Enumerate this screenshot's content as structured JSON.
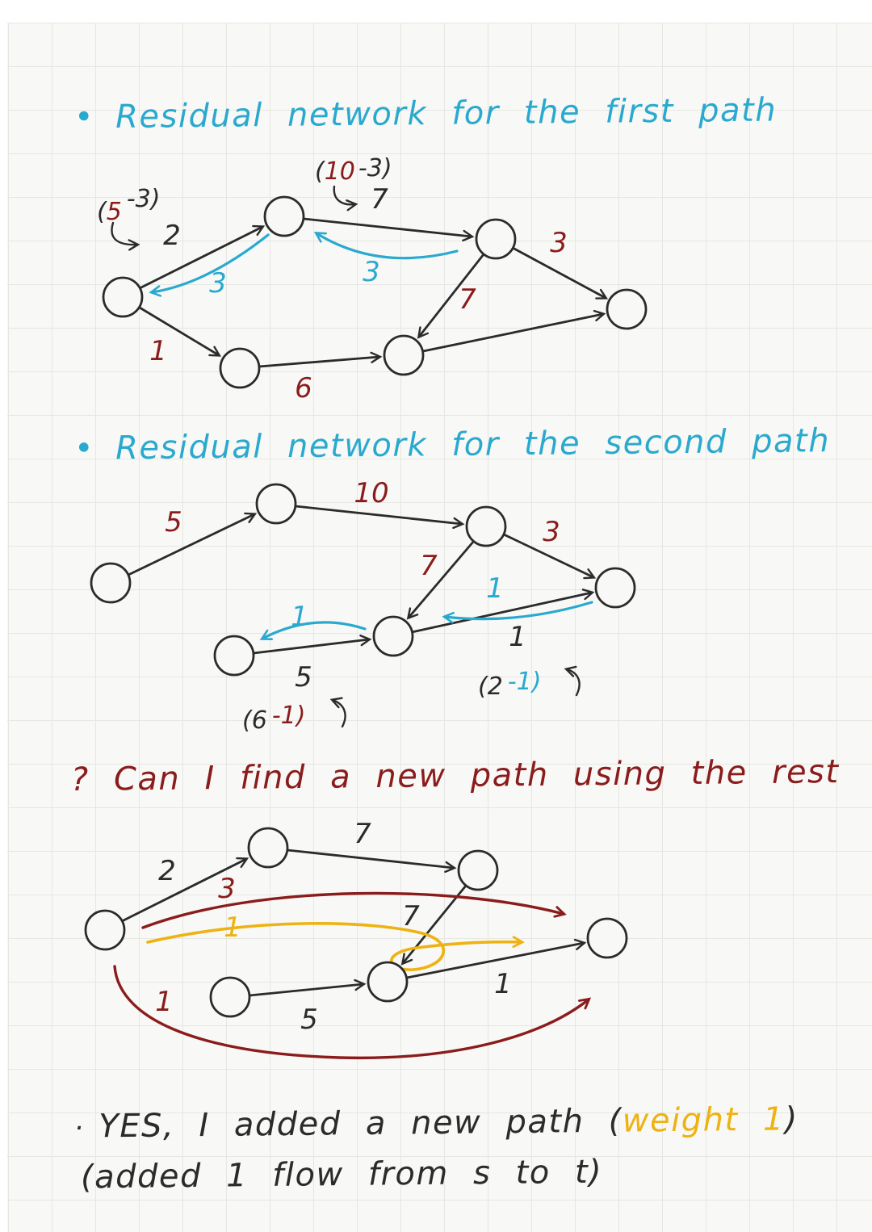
{
  "page": {
    "background": "#f8f8f6",
    "grid_color": "#e6e6e2"
  },
  "colors": {
    "ink": "#2b2b2b",
    "cyan": "#2aa9cf",
    "dark_red": "#8a1c1c",
    "yellow": "#eeb211"
  },
  "section_first": {
    "bullet": "•",
    "title": "Residual network for the first path",
    "labels": {
      "edge_ab": "2",
      "edge_bc": "7",
      "edge_cd": "3",
      "edge_ce": "7",
      "edge_af": "1",
      "edge_fe": "6",
      "residual_ba": "3",
      "residual_cb": "3"
    },
    "notes": {
      "ab_open": "(",
      "ab_value": "5",
      "ab_delta": "-3)",
      "bc_open": "(",
      "bc_value": "10",
      "bc_delta": "-3)"
    }
  },
  "section_second": {
    "bullet": "•",
    "title": "Residual network for the second path",
    "labels": {
      "edge_ab": "5",
      "edge_bc": "10",
      "edge_cd": "3",
      "edge_ce": "7",
      "edge_ed": "1",
      "edge_fe": "5",
      "residual_de": "1",
      "residual_ef": "1"
    },
    "notes": {
      "ed_open": "(",
      "ed_value": "2",
      "ed_delta": "-1)",
      "fe_open": "(",
      "fe_value": "6",
      "fe_delta": "-1)"
    }
  },
  "section_question": {
    "title": "? Can I find a new path using the rest",
    "labels": {
      "edge_ab": "2",
      "edge_bc": "7",
      "edge_ce": "7",
      "edge_ed": "1",
      "edge_fe": "5",
      "path_top": "3",
      "path_middle": "1",
      "path_bottom": "1"
    }
  },
  "footer": {
    "bullet": "·",
    "line1_text": "YES, I added a new path",
    "line1_open": "(",
    "line1_highlight": "weight 1",
    "line1_close": ")",
    "line2": "(added 1 flow from s to t)"
  }
}
